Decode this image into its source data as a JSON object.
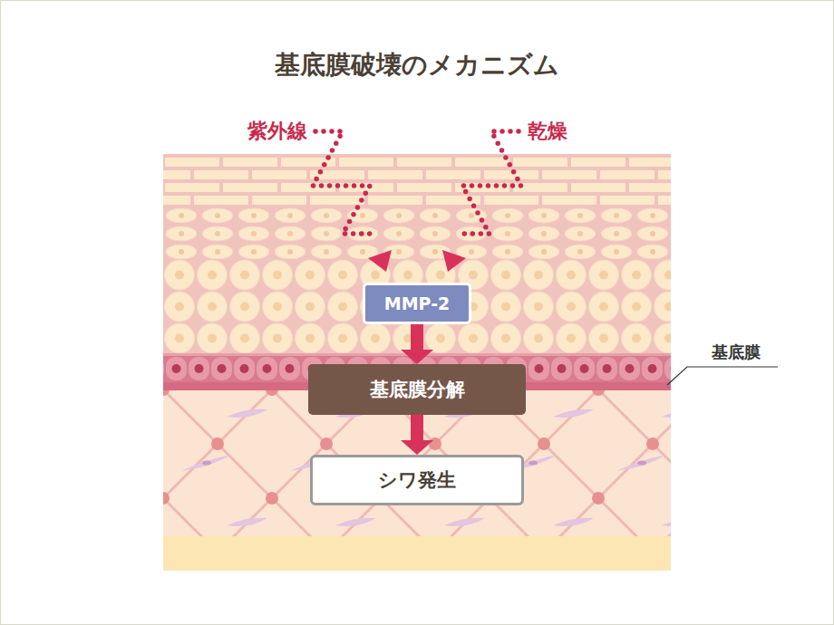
{
  "diagram": {
    "title": "基底膜破壊のメカニズム",
    "nodes": [
      {
        "text": [
          "MMP-2"
        ]
      },
      {
        "text": [
          "基底膜分解"
        ]
      },
      {
        "text": [
          "シワ発生"
        ]
      }
    ],
    "edges": [
      {
        "from": 0,
        "to": 1,
        "arrow": "to"
      },
      {
        "from": 1,
        "to": 2,
        "arrow": "to"
      }
    ],
    "labels": [
      "紫外線",
      "乾燥",
      "基底膜"
    ]
  }
}
